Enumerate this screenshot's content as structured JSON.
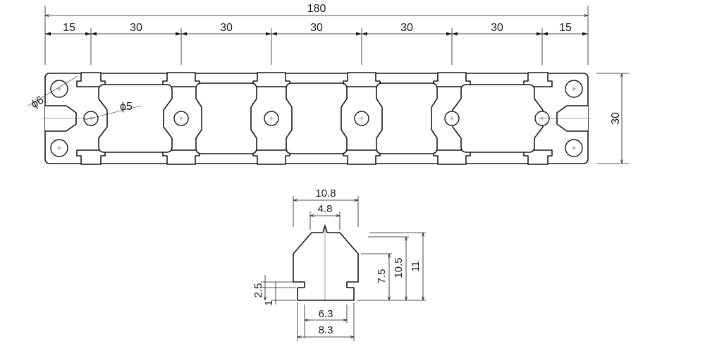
{
  "profile": {
    "overall_width": "180",
    "overall_height": "30",
    "segments": [
      "15",
      "30",
      "30",
      "30",
      "30",
      "30",
      "15"
    ],
    "corner_hole_dia": "ϕ6",
    "center_hole_dia": "ϕ5"
  },
  "slot_detail": {
    "top_width": "10.8",
    "opening_width": "4.8",
    "bottom_inner_width": "6.3",
    "bottom_outer_width": "8.3",
    "lip_height": "2.5",
    "lip_thickness": "1",
    "height_a": "7.5",
    "height_b": "10.5",
    "height_c": "11"
  }
}
